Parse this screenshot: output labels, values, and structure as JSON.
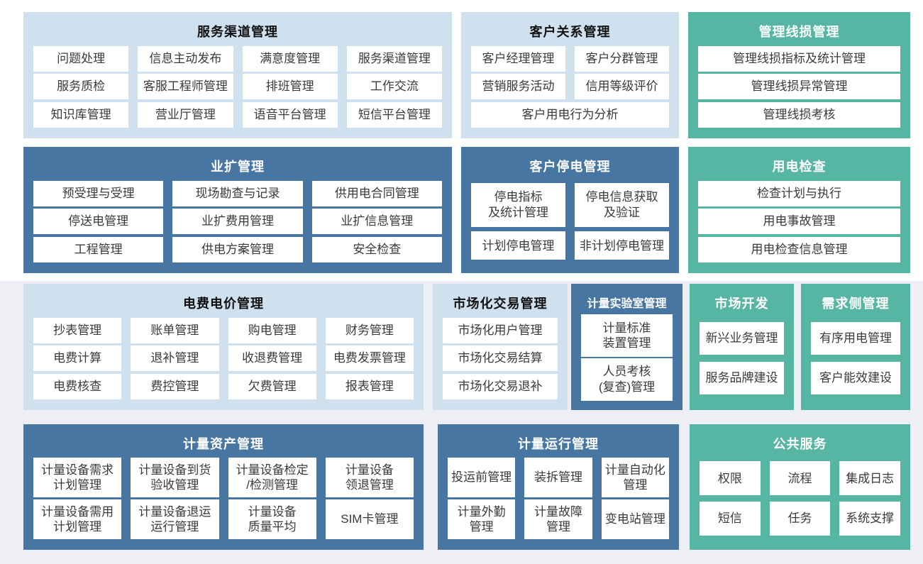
{
  "colors": {
    "light_panel": "#cfe0ef",
    "dark_panel": "#4876a2",
    "teal_panel": "#56b6a3",
    "item_bg": "#ffffff",
    "item_text": "#3a3a3a",
    "title_dark": "#111111",
    "title_light": "#ffffff",
    "page_top": "#ffffff",
    "page_bottom": "#edeff4"
  },
  "panels": [
    {
      "title": "服务渠道管理",
      "theme": "light",
      "items": [
        "问题处理",
        "信息主动发布",
        "满意度管理",
        "服务渠道管理",
        "服务质检",
        "客服工程师管理",
        "排班管理",
        "工作交流",
        "知识库管理",
        "营业厅管理",
        "语音平台管理",
        "短信平台管理"
      ]
    },
    {
      "title": "客户关系管理",
      "theme": "light",
      "items": [
        "客户经理管理",
        "客户分群管理",
        "营销服务活动",
        "信用等级评价",
        "客户用电行为分析"
      ]
    },
    {
      "title": "管理线损管理",
      "theme": "teal",
      "items": [
        "管理线损指标及统计管理",
        "管理线损异常管理",
        "管理线损考核"
      ]
    },
    {
      "title": "业扩管理",
      "theme": "dark",
      "items": [
        "预受理与受理",
        "现场勘查与记录",
        "供用电合同管理",
        "停送电管理",
        "业扩费用管理",
        "业扩信息管理",
        "工程管理",
        "供电方案管理",
        "安全检查"
      ]
    },
    {
      "title": "客户停电管理",
      "theme": "dark",
      "items": [
        "停电指标\n及统计管理",
        "停电信息获取\n及验证",
        "计划停电管理",
        "非计划停电管理"
      ]
    },
    {
      "title": "用电检查",
      "theme": "teal",
      "items": [
        "检查计划与执行",
        "用电事故管理",
        "用电检查信息管理"
      ]
    },
    {
      "title": "电费电价管理",
      "theme": "light",
      "items": [
        "抄表管理",
        "账单管理",
        "购电管理",
        "财务管理",
        "电费计算",
        "退补管理",
        "收退费管理",
        "电费发票管理",
        "电费核查",
        "费控管理",
        "欠费管理",
        "报表管理"
      ]
    },
    {
      "title": "市场化交易管理",
      "theme": "light",
      "items": [
        "市场化用户管理",
        "市场化交易结算",
        "市场化交易退补"
      ]
    },
    {
      "title": "计量实验室管理",
      "theme": "dark",
      "items": [
        "计量标准\n装置管理",
        "人员考核\n(复查)管理"
      ]
    },
    {
      "title": "市场开发",
      "theme": "teal",
      "items": [
        "新兴业务管理",
        "服务品牌建设"
      ]
    },
    {
      "title": "需求侧管理",
      "theme": "teal",
      "items": [
        "有序用电管理",
        "客户能效建设"
      ]
    },
    {
      "title": "计量资产管理",
      "theme": "dark",
      "items": [
        "计量设备需求\n计划管理",
        "计量设备到货\n验收管理",
        "计量设备检定\n/检测管理",
        "计量设备\n领退管理",
        "计量设备需用\n计划管理",
        "计量设备退运\n运行管理",
        "计量设备\n质量平均",
        "SIM卡管理"
      ]
    },
    {
      "title": "计量运行管理",
      "theme": "dark",
      "items": [
        "投运前管理",
        "装拆管理",
        "计量自动化\n管理",
        "计量外勤\n管理",
        "计量故障\n管理",
        "变电站管理"
      ]
    },
    {
      "title": "公共服务",
      "theme": "teal",
      "items": [
        "权限",
        "流程",
        "集成日志",
        "短信",
        "任务",
        "系统支撑"
      ]
    }
  ]
}
